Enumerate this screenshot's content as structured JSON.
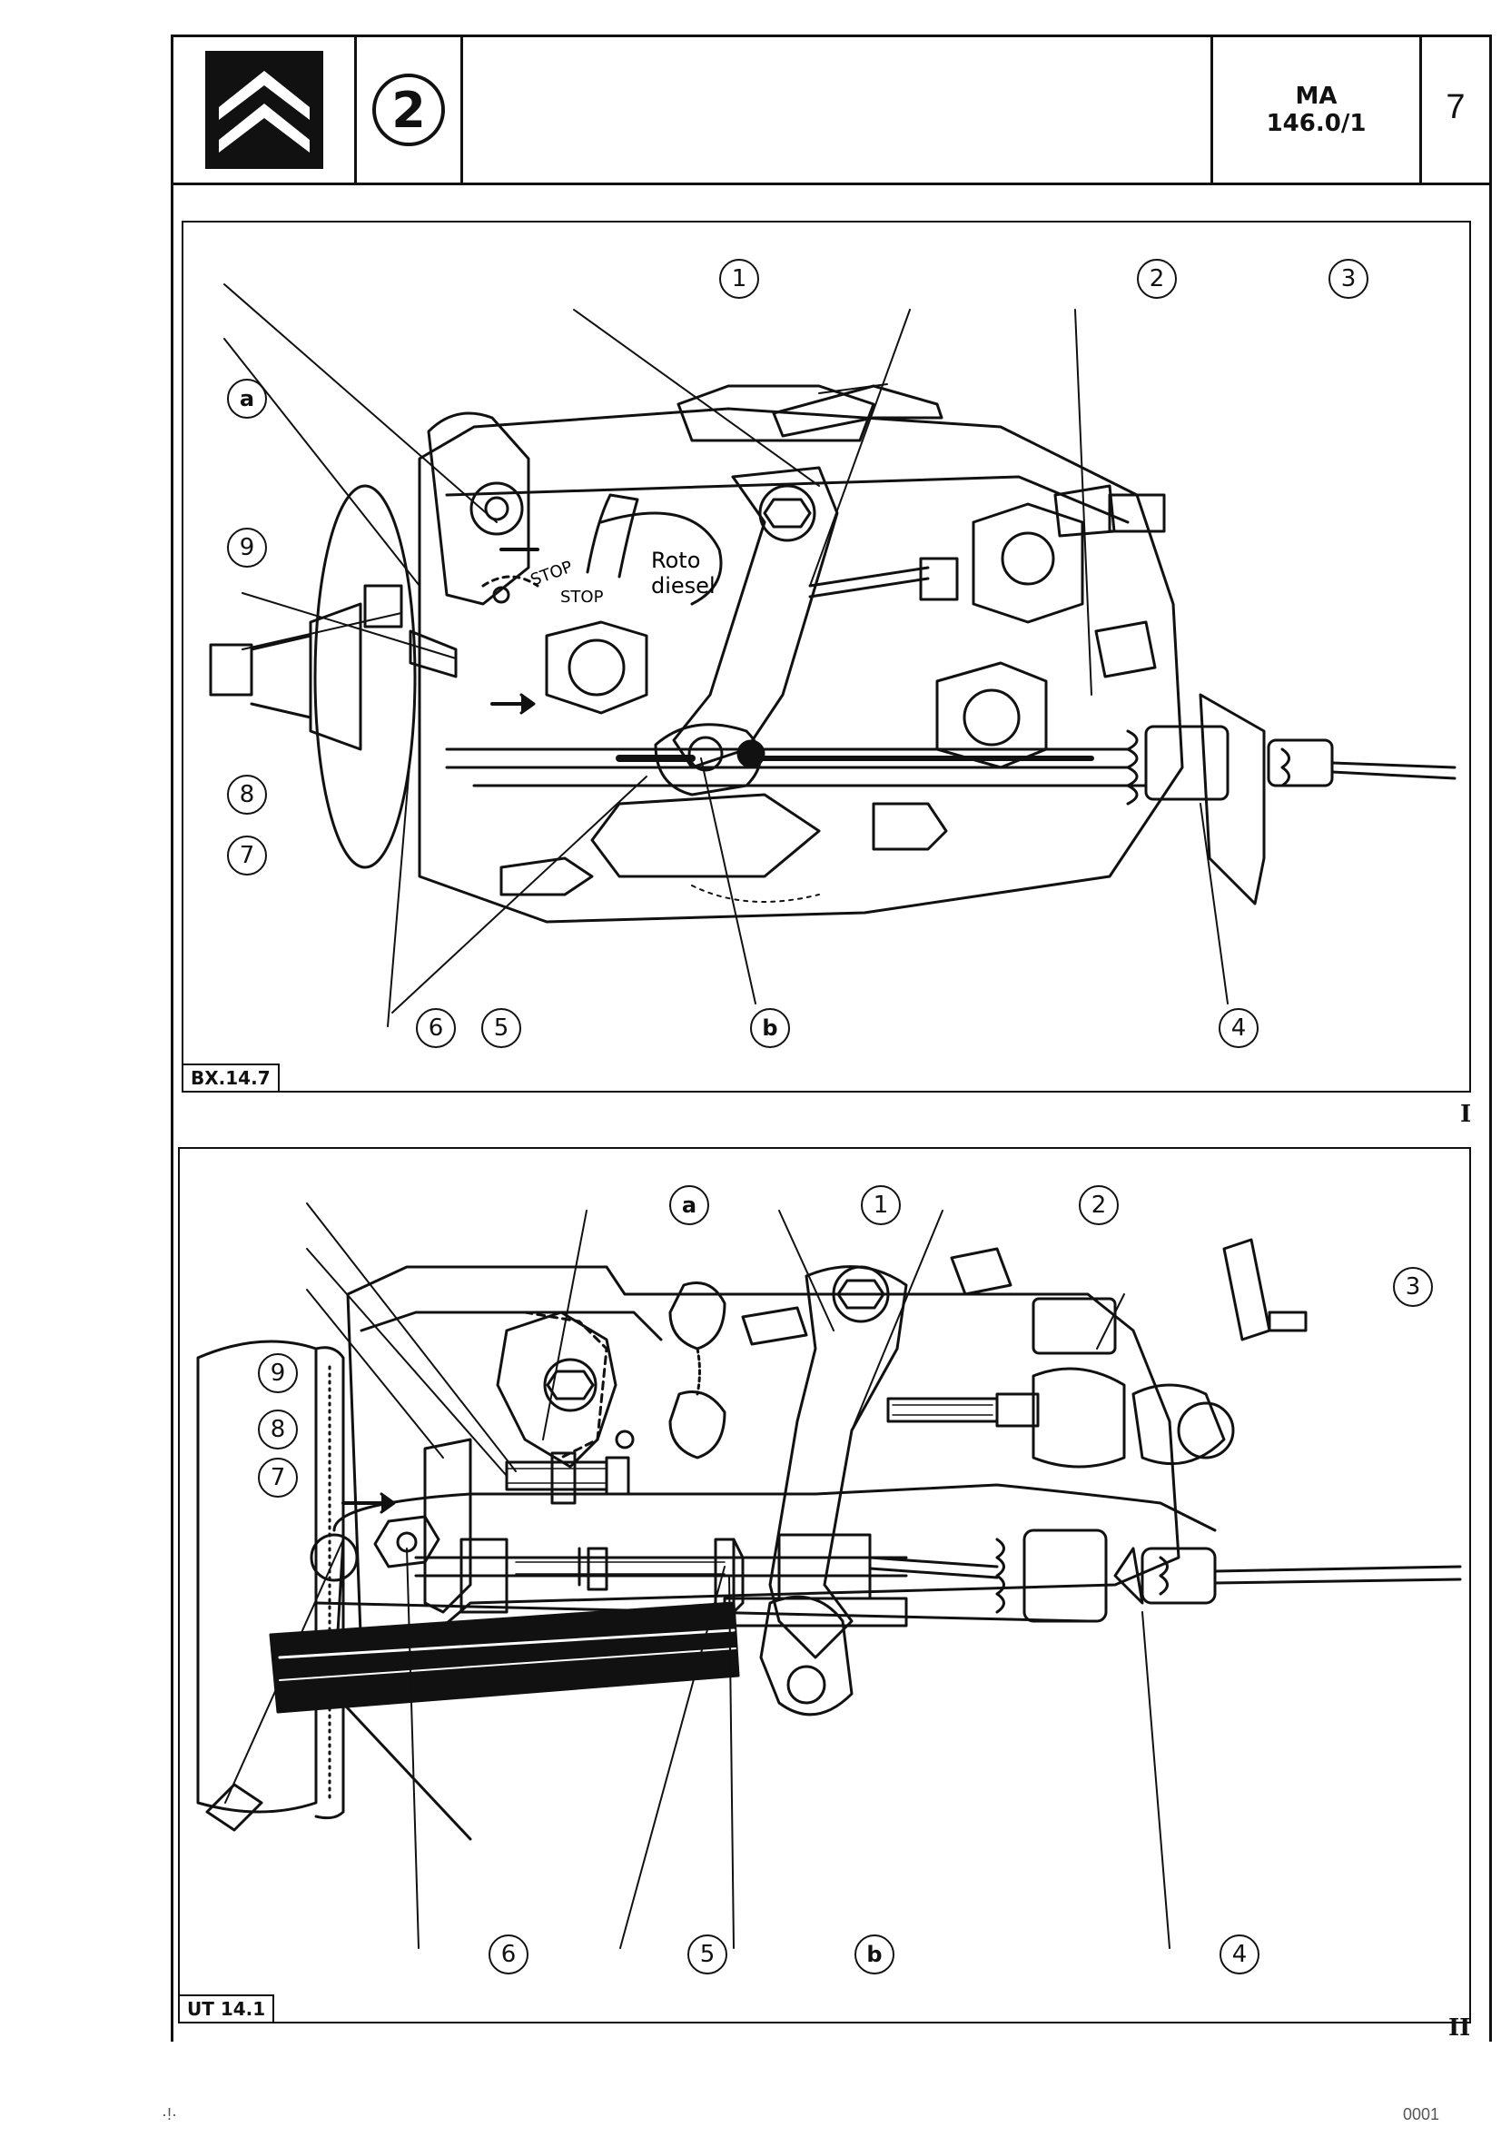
{
  "header": {
    "chapter_number": "2",
    "reference_line1": "MA",
    "reference_line2": "146.0/1",
    "page_number": "7"
  },
  "figure_top": {
    "tag": "BX.14.7",
    "roman": "I",
    "pump_text_stop1": "STOP",
    "pump_text_stop2": "STOP",
    "pump_brand_line1": "Roto",
    "pump_brand_line2": "diesel",
    "callouts": {
      "c1": "1",
      "c2": "2",
      "c3": "3",
      "c4": "4",
      "c5": "5",
      "c6": "6",
      "c7": "7",
      "c8": "8",
      "c9": "9",
      "ca": "a",
      "cb": "b"
    }
  },
  "figure_bottom": {
    "tag": "UT 14.1",
    "roman": "II",
    "callouts": {
      "c1": "1",
      "c2": "2",
      "c3": "3",
      "c4": "4",
      "c5": "5",
      "c6": "6",
      "c7": "7",
      "c8": "8",
      "c9": "9",
      "ca": "a",
      "cb": "b"
    }
  },
  "footer": {
    "left_mark": "·!·",
    "right_mark": "0001"
  }
}
